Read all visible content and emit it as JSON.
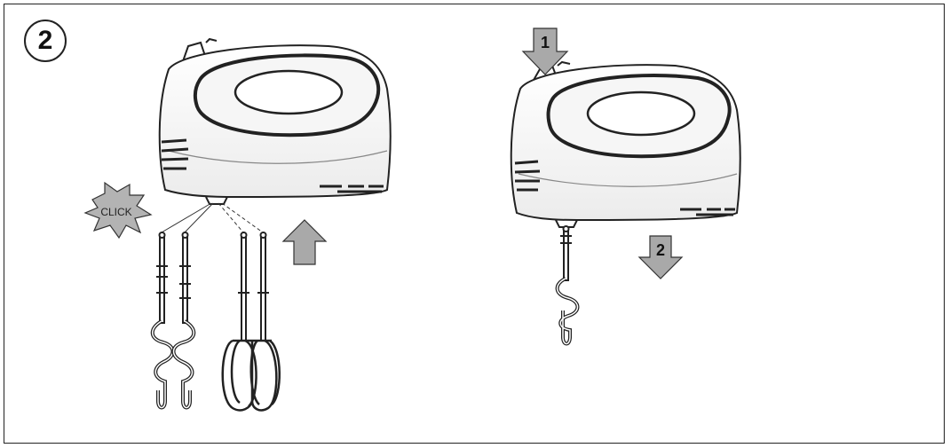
{
  "step_number": "2",
  "burst_label": "CLICK",
  "arrow_labels": {
    "press": "1",
    "pull": "2"
  },
  "colors": {
    "arrow_fill": "#a9a9a9",
    "outline": "#222222",
    "frame": "#222222"
  }
}
